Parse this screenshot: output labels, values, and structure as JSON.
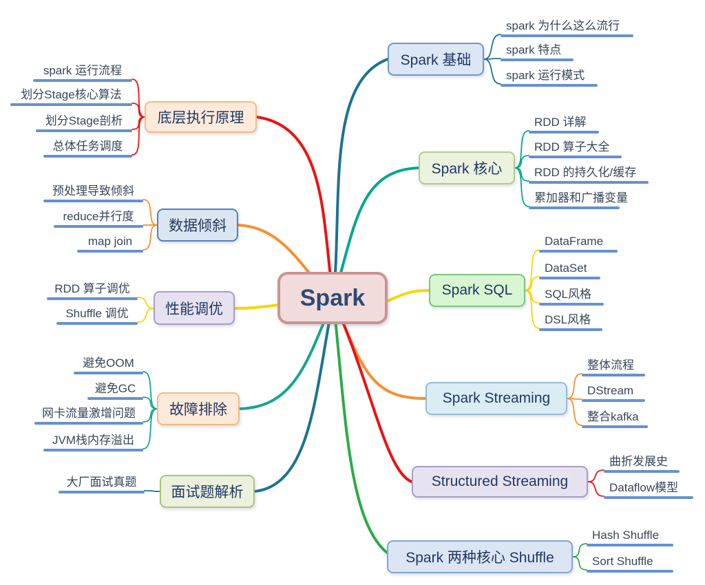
{
  "center": {
    "label": "Spark"
  },
  "colors": {
    "leaf_underline": "#6690d2",
    "leaf_text": "#37465a",
    "topic_text": "#1f3864",
    "center_fill": "#f1dcdb",
    "center_border": "#cb9394",
    "center_text": "#2e4a76"
  },
  "branches": [
    {
      "id": "spark-basics",
      "label": "Spark 基础",
      "side": "right",
      "line_color": "#1d7292",
      "fill": "#dce6f4",
      "border": "#6e96d4",
      "children": [
        "spark 为什么这么流行",
        "spark 特点",
        "spark 运行模式"
      ]
    },
    {
      "id": "spark-core",
      "label": "Spark 核心",
      "side": "right",
      "line_color": "#00a88d",
      "fill": "#ebf2de",
      "border": "#b3cb8c",
      "children": [
        "RDD 详解",
        "RDD 算子大全",
        "RDD 的持久化/缓存",
        "累加器和广播变量"
      ]
    },
    {
      "id": "spark-sql",
      "label": "Spark SQL",
      "side": "right",
      "line_color": "#fcd303",
      "fill": "#d7f6d1",
      "border": "#7cc47d",
      "children": [
        "DataFrame",
        "DataSet",
        "SQL风格",
        "DSL风格"
      ]
    },
    {
      "id": "spark-streaming",
      "label": "Spark Streaming",
      "side": "right",
      "line_color": "#f78f2d",
      "fill": "#daedf4",
      "border": "#93bcd6",
      "children": [
        "整体流程",
        "DStream",
        "整合kafka"
      ]
    },
    {
      "id": "structured-streaming",
      "label": "Structured Streaming",
      "side": "right",
      "line_color": "#ef1010",
      "fill": "#e7e2ef",
      "border": "#a79cc8",
      "children": [
        "曲折发展史",
        "Dataflow模型"
      ]
    },
    {
      "id": "spark-shuffle",
      "label": "Spark 两种核心 Shuffle",
      "side": "right",
      "line_color": "#2bab47",
      "fill": "#dbe5f3",
      "border": "#7ea4dc",
      "children": [
        "Hash Shuffle",
        "Sort Shuffle"
      ]
    },
    {
      "id": "execution-principle",
      "label": "底层执行原理",
      "side": "left",
      "line_color": "#ef1010",
      "fill": "#fdeada",
      "border": "#f6b97f",
      "children": [
        "spark 运行流程",
        "划分Stage核心算法",
        "划分Stage剖析",
        "总体任务调度"
      ]
    },
    {
      "id": "data-skew",
      "label": "数据倾斜",
      "side": "left",
      "line_color": "#f78f2d",
      "fill": "#dce6f1",
      "border": "#4f81bd",
      "children": [
        "预处理导致倾斜",
        "reduce并行度",
        "map join"
      ]
    },
    {
      "id": "performance-tuning",
      "label": "性能调优",
      "side": "left",
      "line_color": "#fcd303",
      "fill": "#e7e2ef",
      "border": "#a79cc8",
      "children": [
        "RDD 算子调优",
        "Shuffle 调优"
      ]
    },
    {
      "id": "troubleshooting",
      "label": "故障排除",
      "side": "left",
      "line_color": "#12a88a",
      "fill": "#fdeada",
      "border": "#f6b97f",
      "children": [
        "避免OOM",
        "避免GC",
        "网卡流量激增问题",
        "JVM栈内存溢出"
      ]
    },
    {
      "id": "interview",
      "label": "面试题解析",
      "side": "left",
      "line_color": "#1d7292",
      "fill": "#ecf1dd",
      "border": "#abc27c",
      "children": [
        "大厂面试真题"
      ]
    }
  ]
}
